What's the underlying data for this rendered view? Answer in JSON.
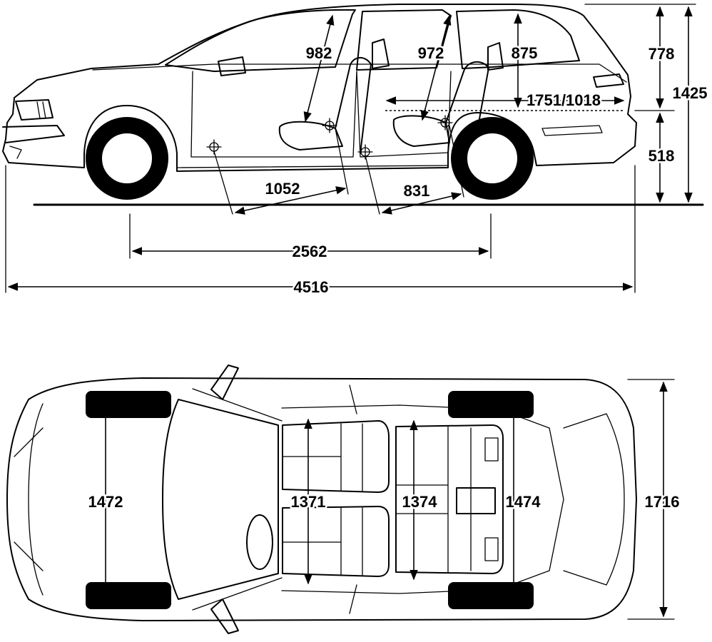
{
  "side_view": {
    "dimensions": {
      "overall_length": "4516",
      "wheelbase": "2562",
      "overall_height": "1425",
      "roof_to_sill_height": "778",
      "sill_height": "518",
      "front_headroom": "982",
      "rear_headroom": "972",
      "cargo_height": "875",
      "cargo_length": "1751/1018",
      "front_legroom": "1052",
      "rear_legroom": "831"
    }
  },
  "top_view": {
    "dimensions": {
      "front_track": "1472",
      "front_shoulder_width": "1371",
      "rear_shoulder_width": "1374",
      "rear_track": "1474",
      "overall_width": "1716"
    }
  }
}
